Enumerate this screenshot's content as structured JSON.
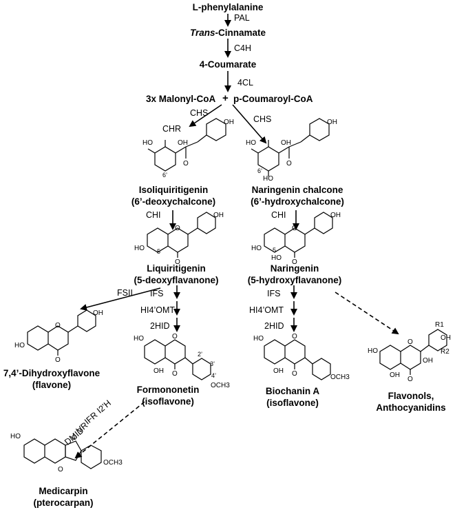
{
  "metabolites": {
    "phenylalanine": "L-phenylalanine",
    "cinnamate_italic": "Trans",
    "cinnamate_rest": "-Cinnamate",
    "coumarate": "4-Coumarate",
    "malonyl": "3x Malonyl-CoA",
    "plus": "+",
    "coumaroyl": "p-Coumaroyl-CoA",
    "isoliquiritigenin": "Isoliquiritigenin",
    "isoliquiritigenin_class": "(6’-deoxychalcone)",
    "naringenin_chalcone": "Naringenin chalcone",
    "naringenin_chalcone_class": "(6’-hydroxychalcone)",
    "liquiritigenin": "Liquiritigenin",
    "liquiritigenin_class": "(5-deoxyflavanone)",
    "naringenin": "Naringenin",
    "naringenin_class": "(5-hydroxyflavanone)",
    "dihydroxyflavone": "7,4’-Dihydroxyflavone",
    "dihydroxyflavone_class": "(flavone)",
    "formononetin": "Formononetin",
    "formononetin_class": "(isoflavone)",
    "biochanin": "Biochanin A",
    "biochanin_class": "(isoflavone)",
    "flavonols": "Flavonols,",
    "anthocyanidins": "Anthocyanidins",
    "medicarpin": "Medicarpin",
    "medicarpin_class": "(pterocarpan)"
  },
  "enzymes": {
    "pal": "PAL",
    "c4h": "C4H",
    "fourcl": "4CL",
    "chs_left": "CHS",
    "chr": "CHR",
    "chs_right": "CHS",
    "chi_left": "CHI",
    "chi_right": "CHI",
    "fsii": "FSII",
    "ifs_left": "IFS",
    "hi4omt_left": "HI4’OMT",
    "twohid_left": "2HID",
    "ifs_right": "IFS",
    "hi4omt_right": "HI4’OMT",
    "twohid_right": "2HID",
    "i2h": "I2’H",
    "ifr": "IFR",
    "vr": "VR",
    "dmid": "DMID"
  },
  "structure_labels": {
    "oh": "OH",
    "ho": "HO",
    "o": "O",
    "och3": "OCH3",
    "six_prime": "6’",
    "five": "5",
    "two_prime": "2’",
    "three_prime": "3’",
    "four_prime": "4’",
    "r1": "R1",
    "r2": "R2"
  }
}
